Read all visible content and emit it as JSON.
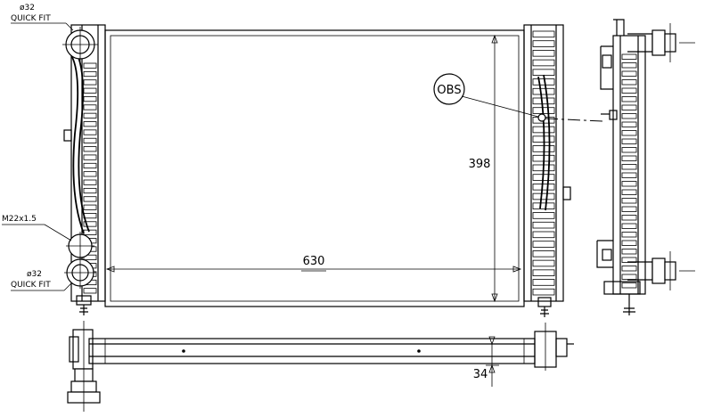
{
  "labels": {
    "inlet_diameter": "ø32",
    "inlet_type": "QUICK FIT",
    "sensor_thread": "M22x1.5",
    "outlet_diameter": "ø32",
    "outlet_type": "QUICK FIT",
    "obs_marker": "OBS"
  },
  "dimensions": {
    "width": "630",
    "height": "398",
    "depth": "34"
  },
  "tube_count": 28
}
